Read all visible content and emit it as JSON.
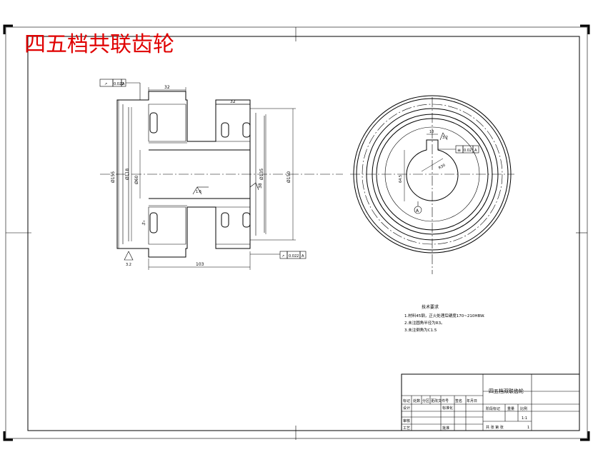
{
  "title": "四五档共联齿轮",
  "drawing": {
    "dims": {
      "width_left_hub": "32",
      "width_right_hub": "32",
      "overall_length": "103",
      "dia_gear_od": "Ø155",
      "dia_hub_left": "Ø118",
      "dia_bore": "Ø60",
      "dia_tooth": "Ø135",
      "dia_outer": "Ø150",
      "right_dim": "38",
      "chamfer": "5°",
      "keyway_width": "10",
      "keyway_depth": "64.5",
      "bore_radius": "R30",
      "roughness_1": "3.2",
      "roughness_2": "1.6",
      "roughness_3": "3.2"
    },
    "tolerances": {
      "runout_top": "0.022",
      "runout_bottom": "0.022",
      "symmetry": "0.02",
      "datum": "A"
    }
  },
  "tech_req": {
    "heading": "技术要求",
    "lines": [
      "1.材料45钢，正火处理后硬度170~210HBW.",
      "2.未注圆角半径为R3。",
      "3.未注倒角为C1.5"
    ]
  },
  "title_block": {
    "name": "四五档双联齿轮",
    "row_labels": [
      "标记",
      "处数",
      "分区",
      "更改文件号",
      "签名",
      "年月日"
    ],
    "design": "设计",
    "standard": "标准化",
    "review": "审核",
    "process": "工艺",
    "approve": "批准",
    "stage_mark": "阶段标记",
    "weight": "重量",
    "scale": "比例",
    "scale_value": "1:1",
    "sheets": "共   张  第   张",
    "sheet_no": "1"
  }
}
